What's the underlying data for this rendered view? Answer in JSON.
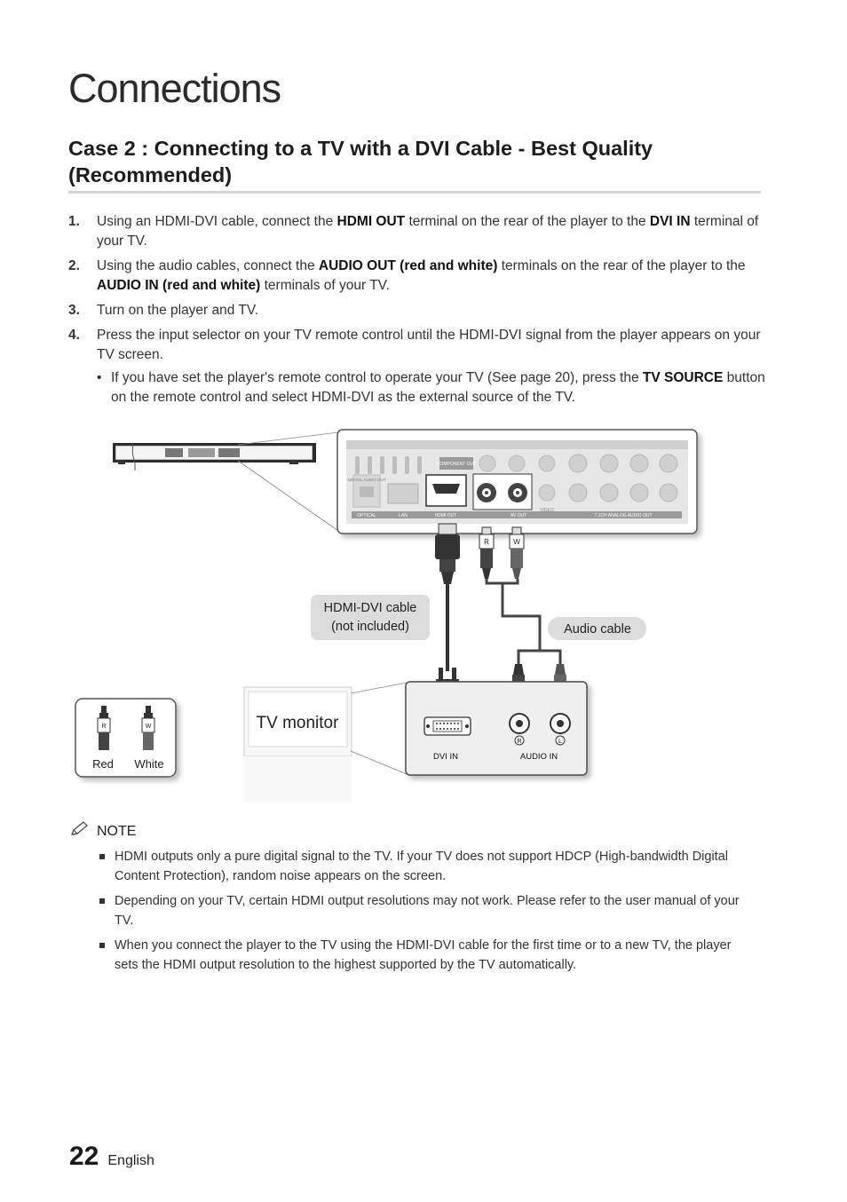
{
  "page": {
    "section_title": "Connections",
    "case_heading_line1": "Case 2 : Connecting to a TV with a DVI Cable - Best Quality",
    "case_heading_line2": "(Recommended)"
  },
  "steps": [
    {
      "num": "1.",
      "parts": [
        "Using an HDMI-DVI cable, connect the ",
        "HDMI OUT",
        " terminal on the rear of the player to the ",
        "DVI IN",
        " terminal of your TV."
      ]
    },
    {
      "num": "2.",
      "parts": [
        "Using the audio cables, connect the ",
        "AUDIO OUT (red and white)",
        " terminals on the rear of the player to the ",
        "AUDIO IN (red and white)",
        " terminals of your TV."
      ]
    },
    {
      "num": "3.",
      "text": "Turn on the player and TV."
    },
    {
      "num": "4.",
      "text": "Press the input selector on your TV remote control until the HDMI-DVI signal from the player appears on your TV screen."
    }
  ],
  "bullet": {
    "dot": "•",
    "parts": [
      "If you have set the player's remote control to operate your TV (See page 20), press the ",
      "TV SOURCE",
      " button on the remote control and select HDMI-DVI as the external source of the TV."
    ]
  },
  "diagram": {
    "panel_labels": {
      "optical": "OPTICAL",
      "lan": "LAN",
      "hdmi_out": "HDMI OUT",
      "av_out": "AV OUT",
      "video": "VIDEO",
      "analog_out": "7.1CH ANALOG AUDIO OUT",
      "component_out": "COMPONENT OUT",
      "digital_audio_out": "DIGITAL AUDIO OUT"
    },
    "hdmi_cable_label_line1": "HDMI-DVI cable",
    "hdmi_cable_label_line2": "(not included)",
    "audio_cable_label": "Audio cable",
    "tv_monitor_label": "TV monitor",
    "dvi_in_label": "DVI IN",
    "audio_in_label": "AUDIO IN",
    "plug_r": "R",
    "plug_w": "W",
    "jack_r": "R",
    "jack_l": "L",
    "legend_red": "Red",
    "legend_white": "White"
  },
  "note": {
    "icon": "pencil-icon",
    "title": "NOTE",
    "items": [
      "HDMI outputs only a pure digital signal to the TV. If your TV does not support HDCP (High-bandwidth Digital Content Protection), random noise appears on the screen.",
      "Depending on your TV, certain HDMI output resolutions may not work. Please refer to the user manual of your TV.",
      "When you connect the player to the TV using the HDMI-DVI cable for the first time or to a new TV, the player sets the HDMI output resolution to the highest supported by the TV automatically."
    ]
  },
  "footer": {
    "page_number": "22",
    "language": "English"
  }
}
